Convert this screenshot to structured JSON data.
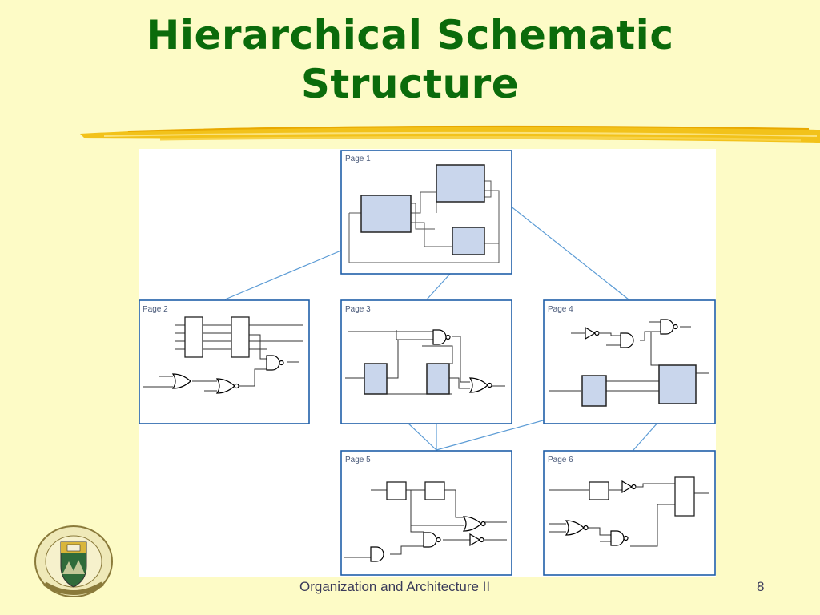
{
  "slide": {
    "title_line1": "Hierarchical Schematic",
    "title_line2": "Structure",
    "footer": "Organization and Architecture II",
    "page_number": "8"
  },
  "diagram": {
    "pages": [
      {
        "label": "Page 1"
      },
      {
        "label": "Page 2"
      },
      {
        "label": "Page 3"
      },
      {
        "label": "Page 4"
      },
      {
        "label": "Page 5"
      },
      {
        "label": "Page 6"
      }
    ]
  },
  "colors": {
    "background": "#fdfbc6",
    "title": "#0b6b0b",
    "page_border": "#1f5fa8",
    "block_fill": "#c9d6ec",
    "connector": "#5b9bd5",
    "brush": "#f2c21a"
  }
}
